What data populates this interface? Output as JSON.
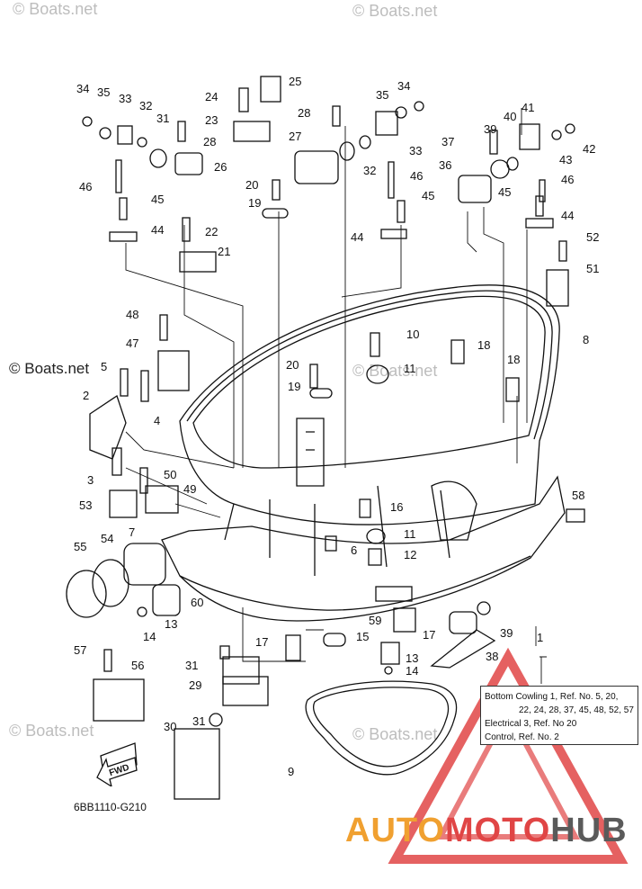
{
  "watermarks": [
    "© Boats.net",
    "© Boats.net",
    "© Boats.net",
    "© Boats.net",
    "© Boats.net",
    "© Boats.net"
  ],
  "diagram_code": "6BB1110-G210",
  "fwd_label": "FWD",
  "reference_box": {
    "line1": "Bottom Cowling 1,   Ref. No.  5, 20,",
    "line2": "22, 24, 28, 37, 45, 48, 52, 57",
    "line3": "Electrical 3,   Ref. No  20",
    "line4": "Control,   Ref. No. 2"
  },
  "brand": {
    "part1": "AUTO",
    "part2": "MOTO",
    "part3": "HUB"
  },
  "brand_colors": {
    "auto": "#f0a030",
    "moto": "#e04545",
    "hub": "#5a5a5a"
  },
  "part_labels": [
    "1",
    "2",
    "3",
    "4",
    "5",
    "6",
    "7",
    "8",
    "9",
    "10",
    "11",
    "11",
    "12",
    "13",
    "13",
    "14",
    "14",
    "15",
    "16",
    "17",
    "17",
    "18",
    "18",
    "19",
    "19",
    "20",
    "20",
    "21",
    "22",
    "23",
    "24",
    "25",
    "26",
    "27",
    "28",
    "28",
    "29",
    "30",
    "31",
    "31",
    "31",
    "32",
    "32",
    "33",
    "33",
    "34",
    "34",
    "35",
    "35",
    "36",
    "37",
    "38",
    "39",
    "39",
    "40",
    "41",
    "42",
    "43",
    "44",
    "44",
    "44",
    "45",
    "45",
    "45",
    "46",
    "46",
    "46",
    "47",
    "48",
    "49",
    "50",
    "51",
    "52",
    "53",
    "54",
    "55",
    "56",
    "57",
    "58",
    "59",
    "60"
  ]
}
